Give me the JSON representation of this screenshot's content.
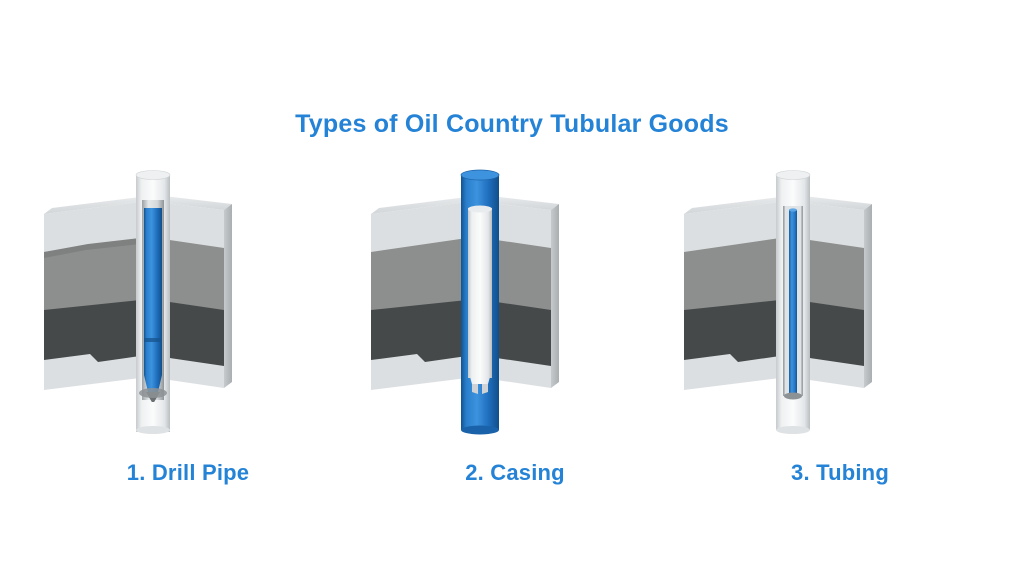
{
  "page": {
    "title": "Types of Oil Country Tubular Goods",
    "background_color": "#ffffff",
    "accent_color": "#2483d6"
  },
  "colors": {
    "title_blue": "#2483d6",
    "caption_blue": "#2483d6",
    "pipe_blue": "#1d6fc2",
    "pipe_blue_light": "#3f93dd",
    "pipe_blue_dark": "#145a9e",
    "casing_white": "#f2f3f4",
    "casing_shadow": "#c9cdd1",
    "rock_light": "#dcdfe1",
    "rock_medium": "#8d8f8e",
    "rock_dark": "#4a4d4e",
    "rock_side": "#b8bcbe"
  },
  "figures": [
    {
      "id": "drill-pipe",
      "index": "1",
      "caption": "1. Drill Pipe",
      "outer_element": "casing",
      "outer_color": "#f2f3f4",
      "inner_element": "drill-pipe",
      "inner_color": "#1d6fc2",
      "has_drill_bit": true,
      "description": "White casing with a blue drill pipe running inside, terminating in a conical drill bit"
    },
    {
      "id": "casing",
      "index": "2",
      "caption": "2. Casing",
      "outer_element": "casing",
      "outer_color": "#1d6fc2",
      "inner_element": "tubing",
      "inner_color": "#f2f3f4",
      "has_drill_bit": false,
      "description": "Blue casing highlighted, with white inner tubing string"
    },
    {
      "id": "tubing",
      "index": "3",
      "caption": "3. Tubing",
      "outer_element": "casing",
      "outer_color": "#f2f3f4",
      "inner_element": "tubing",
      "inner_color": "#1d6fc2",
      "has_drill_bit": false,
      "description": "White casing with a narrow blue tubing string inside"
    }
  ],
  "rock_layers": [
    {
      "name": "surface-layer",
      "color": "#dcdfe1"
    },
    {
      "name": "shale-layer",
      "color": "#8d8f8e"
    },
    {
      "name": "reservoir-layer",
      "color": "#4a4d4e"
    },
    {
      "name": "base-layer",
      "color": "#dcdfe1"
    }
  ]
}
